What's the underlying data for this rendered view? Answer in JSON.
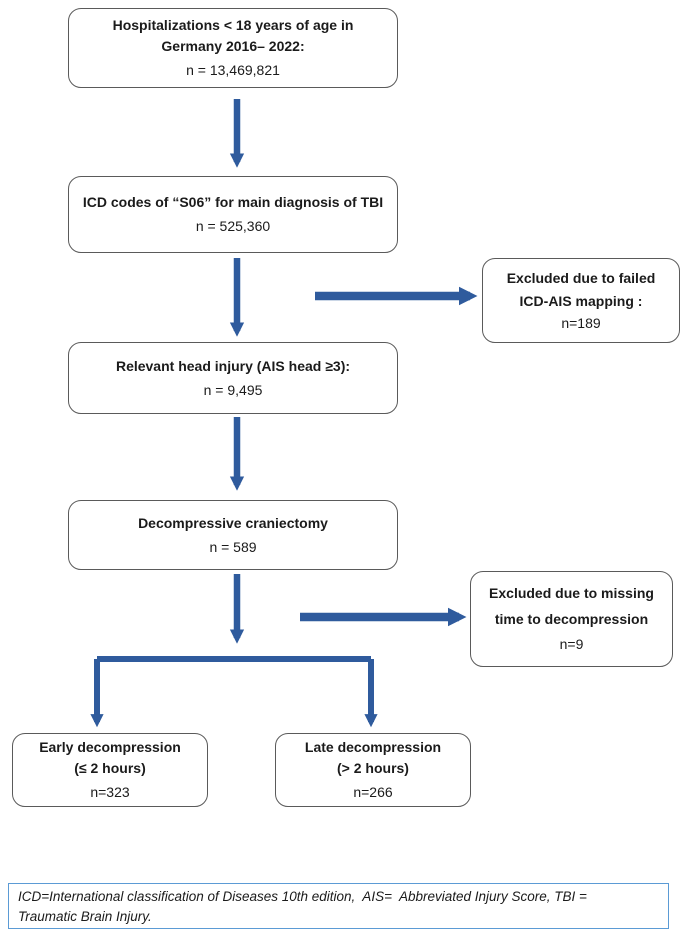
{
  "colors": {
    "arrow_blue": "#2f5b9d",
    "box_border": "#5a5a5a",
    "footer_border": "#5b9bd5",
    "text_color": "#1b1b1b"
  },
  "flow": {
    "boxes": {
      "hospitalizations": {
        "lines": [
          "Hospitalizations < 18 years of age in",
          "Germany 2016– 2022:"
        ],
        "n": "n = 13,469,821"
      },
      "icd_codes": {
        "lines": [
          "ICD codes of “S06” for main diagnosis of TBI"
        ],
        "n": "n = 525,360"
      },
      "excluded_mapping": {
        "lines": [
          "Excluded due to failed",
          "ICD-AIS mapping :"
        ],
        "n": "n=189"
      },
      "head_injury": {
        "lines": [
          "Relevant head injury (AIS head ≥3):"
        ],
        "n": "n = 9,495"
      },
      "craniectomy": {
        "lines": [
          "Decompressive craniectomy"
        ],
        "n": "n = 589"
      },
      "excluded_missing_time": {
        "lines": [
          "Excluded due to missing",
          "time to decompression"
        ],
        "n": "n=9"
      },
      "early_decompression": {
        "lines": [
          "Early decompression",
          "(≤ 2 hours)"
        ],
        "n": "n=323"
      },
      "late_decompression": {
        "lines": [
          "Late decompression",
          "(>  2 hours)"
        ],
        "n": "n=266"
      }
    },
    "footnote_lines": [
      "ICD=International classification of Diseases 10th edition,  AIS=  Abbreviated Injury Score, TBI =",
      "Traumatic Brain Injury."
    ]
  }
}
